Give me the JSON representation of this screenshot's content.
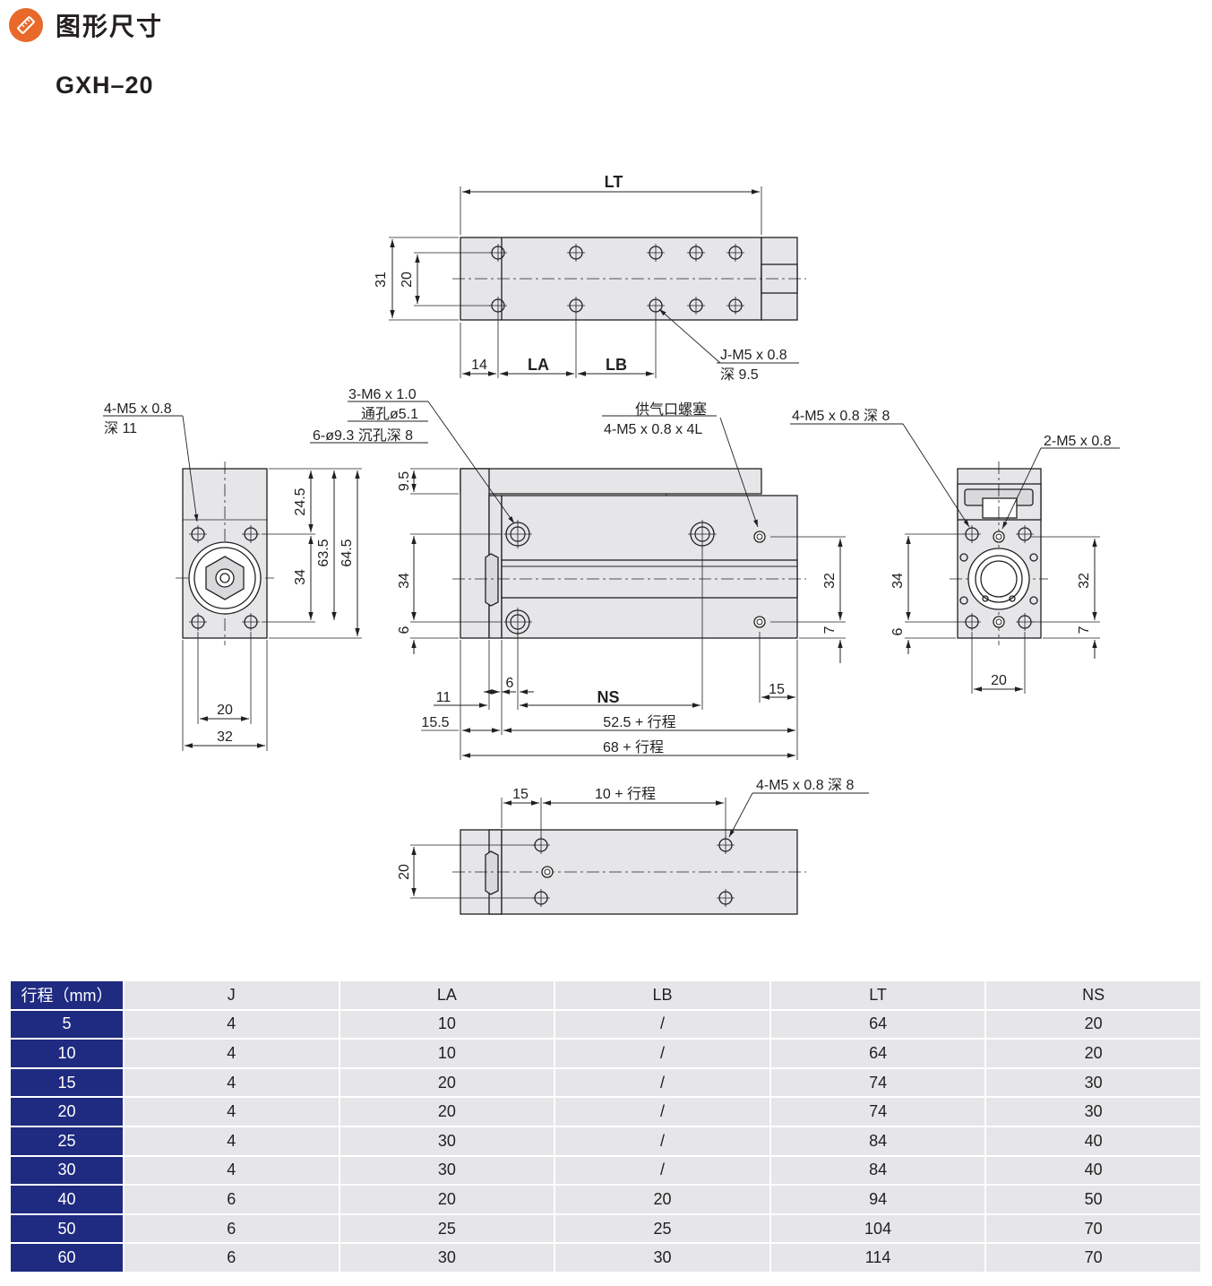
{
  "header": {
    "section_title": "图形尺寸",
    "model": "GXH–20",
    "icon": "ruler-pencil-icon",
    "accent_color": "#e8692a"
  },
  "drawing": {
    "top_view": {
      "lt": "LT",
      "dim_31": "31",
      "dim_20": "20",
      "dim_14": "14",
      "la": "LA",
      "lb": "LB",
      "callout_line1": "J-M5 x 0.8",
      "callout_line2": "深 9.5"
    },
    "left_view": {
      "callout_line1": "4-M5 x 0.8",
      "callout_line2": "深 11",
      "dim_24_5": "24.5",
      "dim_63_5": "63.5",
      "dim_64_5": "64.5",
      "dim_34": "34",
      "dim_20": "20",
      "dim_32": "32"
    },
    "front_view": {
      "callout1": "3-M6 x 1.0",
      "callout2": "通孔ø5.1",
      "callout3": "6-ø9.3 沉孔深 8",
      "supply_line1": "供气口螺塞",
      "supply_line2": "4-M5 x 0.8 x 4L",
      "dim_9_5": "9.5",
      "dim_34": "34",
      "dim_6": "6",
      "dim_32": "32",
      "dim_7": "7",
      "dim_11": "11",
      "dim_6b": "6",
      "ns": "NS",
      "dim_15": "15",
      "dim_15_5": "15.5",
      "dim_52_5": "52.5 + 行程",
      "dim_68": "68 + 行程"
    },
    "right_view": {
      "callout1": "4-M5 x 0.8 深 8",
      "callout2": "2-M5 x 0.8",
      "dim_34": "34",
      "dim_6": "6",
      "dim_32": "32",
      "dim_7": "7",
      "dim_20": "20"
    },
    "bottom_view": {
      "dim_15": "15",
      "dim_stroke": "10 + 行程",
      "callout": "4-M5 x 0.8 深 8",
      "dim_20": "20"
    }
  },
  "table": {
    "header_color": "#1f2b80",
    "columns": [
      "行程（mm）",
      "J",
      "LA",
      "LB",
      "LT",
      "NS"
    ],
    "rows": [
      [
        "5",
        "4",
        "10",
        "/",
        "64",
        "20"
      ],
      [
        "10",
        "4",
        "10",
        "/",
        "64",
        "20"
      ],
      [
        "15",
        "4",
        "20",
        "/",
        "74",
        "30"
      ],
      [
        "20",
        "4",
        "20",
        "/",
        "74",
        "30"
      ],
      [
        "25",
        "4",
        "30",
        "/",
        "84",
        "40"
      ],
      [
        "30",
        "4",
        "30",
        "/",
        "84",
        "40"
      ],
      [
        "40",
        "6",
        "20",
        "20",
        "94",
        "50"
      ],
      [
        "50",
        "6",
        "25",
        "25",
        "104",
        "70"
      ],
      [
        "60",
        "6",
        "30",
        "30",
        "114",
        "70"
      ]
    ]
  }
}
